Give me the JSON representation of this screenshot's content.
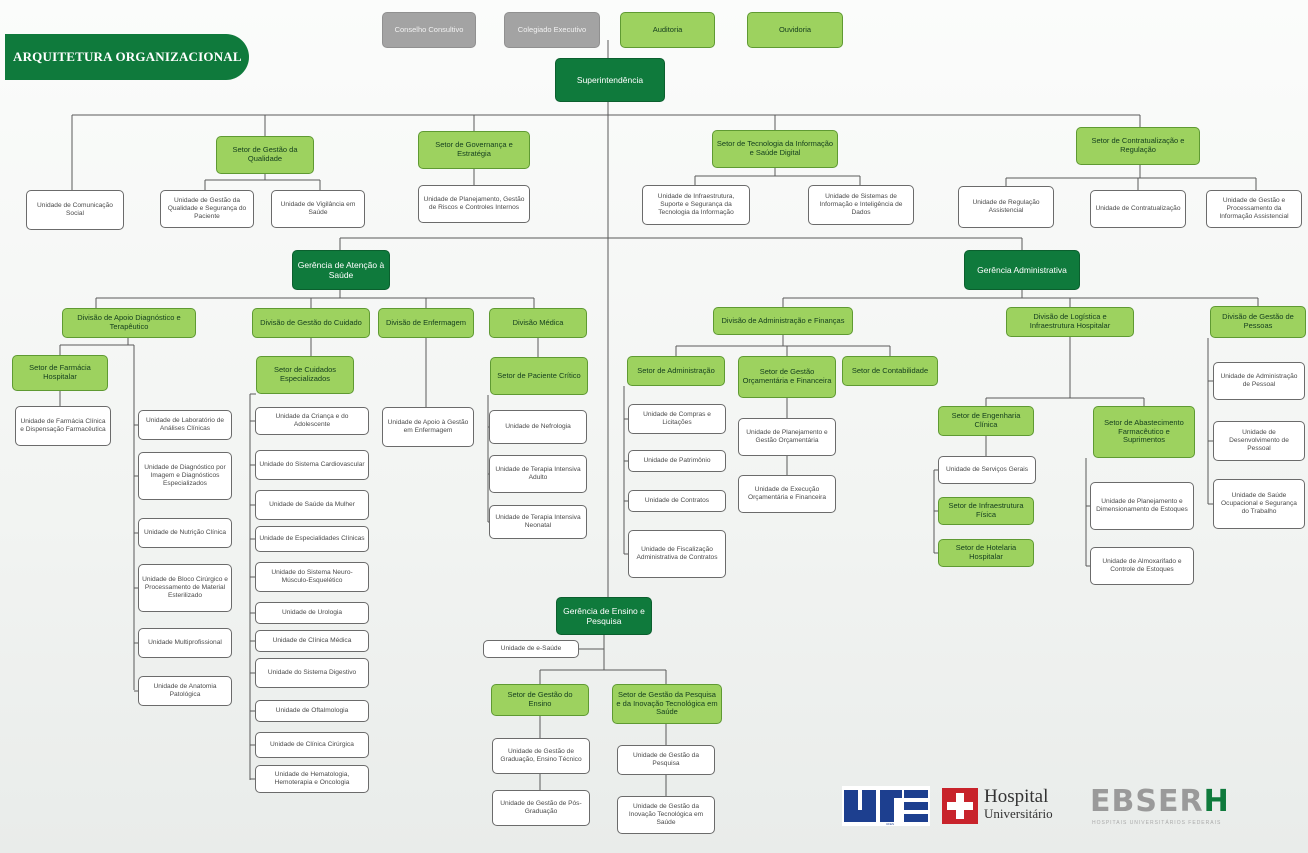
{
  "title": "ARQUITETURA ORGANIZACIONAL",
  "colors": {
    "dark_green": "#0f7a3c",
    "light_green": "#9dd25f",
    "gray": "#a3a3a3",
    "line": "#5a5a5a"
  },
  "nodes": {
    "conselho_consultivo": "Conselho Consultivo",
    "colegiado_executivo": "Colegiado Executivo",
    "auditoria": "Auditoria",
    "ouvidoria": "Ouvidoria",
    "superintendencia": "Superintendência",
    "un_comunicacao": "Unidade de Comunicação Social",
    "setor_gestao_qualidade": "Setor de Gestão da Qualidade",
    "un_gestao_qualidade": "Unidade de Gestão da Qualidade e Segurança do Paciente",
    "un_vigilancia": "Unidade de Vigilância em Saúde",
    "setor_governanca": "Setor de Governança e Estratégia",
    "un_planejamento": "Unidade de Planejamento, Gestão de Riscos e Controles Internos",
    "setor_ti": "Setor de Tecnologia da Informação e Saúde Digital",
    "un_infraestrutura_ti": "Unidade de Infraestrutura, Suporte e Segurança da Tecnologia da Informação",
    "un_sistemas_info": "Unidade de Sistemas de Informação e Inteligência de Dados",
    "setor_contratualizacao": "Setor de Contratualização e Regulação",
    "un_regulacao": "Unidade de Regulação Assistencial",
    "un_contratualizacao": "Unidade de Contratualização",
    "un_processamento_info": "Unidade de Gestão e Processamento da Informação Assistencial",
    "gerencia_atencao": "Gerência de Atenção à Saúde",
    "gerencia_administrativa": "Gerência Administrativa",
    "div_apoio_diagnostico": "Divisão de Apoio Diagnóstico e Terapêutico",
    "div_gestao_cuidado": "Divisão de Gestão do Cuidado",
    "div_enfermagem": "Divisão de Enfermagem",
    "div_medica": "Divisão Médica",
    "setor_farmacia": "Setor de Farmácia Hospitalar",
    "un_farmacia": "Unidade de Farmácia Clínica e Dispensação Farmacêutica",
    "un_laboratorio": "Unidade de Laboratório de Análises Clínicas",
    "un_diagnostico_imagem": "Unidade de Diagnóstico por Imagem e Diagnósticos Especializados",
    "un_nutricao": "Unidade de Nutrição Clínica",
    "un_bloco_cirurgico": "Unidade de Bloco Cirúrgico e Processamento de Material Esterilizado",
    "un_multiprofissional": "Unidade Multiprofissional",
    "un_anatomia": "Unidade de Anatomia Patológica",
    "setor_cuidados_especializados": "Setor de Cuidados Especializados",
    "un_crianca": "Unidade da Criança e do Adolescente",
    "un_cardiovascular": "Unidade do Sistema Cardiovascular",
    "un_saude_mulher": "Unidade de Saúde da Mulher",
    "un_especialidades": "Unidade de Especialidades Clínicas",
    "un_neuro": "Unidade do Sistema Neuro-Músculo-Esquelético",
    "un_urologia": "Unidade de Urologia",
    "un_clinica_medica": "Unidade de Clínica Médica",
    "un_digestivo": "Unidade do Sistema Digestivo",
    "un_oftalmologia": "Unidade de Oftalmologia",
    "un_clinica_cirurgica": "Unidade de Clínica Cirúrgica",
    "un_hematologia": "Unidade de Hematologia, Hemoterapia e Oncologia",
    "un_apoio_enfermagem": "Unidade de Apoio à Gestão em Enfermagem",
    "setor_paciente_critico": "Setor de Paciente Crítico",
    "un_nefrologia": "Unidade de Nefrologia",
    "un_uti_adulto": "Unidade de Terapia Intensiva Adulto",
    "un_uti_neonatal": "Unidade de Terapia Intensiva Neonatal",
    "div_administracao_financas": "Divisão de Administração e Finanças",
    "div_logistica": "Divisão de Logística e Infraestrutura Hospitalar",
    "div_gestao_pessoas": "Divisão de Gestão de Pessoas",
    "setor_administracao": "Setor de Administração",
    "setor_orcamentaria": "Setor de Gestão Orçamentária e Financeira",
    "setor_contabilidade": "Setor de Contabilidade",
    "un_compras": "Unidade de Compras e Licitações",
    "un_patrimonio": "Unidade de Patrimônio",
    "un_contratos": "Unidade de Contratos",
    "un_fiscalizacao": "Unidade de Fiscalização Administrativa de Contratos",
    "un_planejamento_orcamentaria": "Unidade de Planejamento e Gestão Orçamentária",
    "un_execucao_orcamentaria": "Unidade de Execução Orçamentária e Financeira",
    "setor_engenharia_clinica": "Setor de Engenharia Clínica",
    "un_servicos_gerais": "Unidade de Serviços Gerais",
    "setor_infraestrutura_fisica": "Setor de Infraestrutura Física",
    "setor_hotelaria": "Setor de Hotelaria Hospitalar",
    "setor_abastecimento": "Setor de Abastecimento Farmacêutico e Suprimentos",
    "un_dimensionamento_estoques": "Unidade de Planejamento e Dimensionamento de Estoques",
    "un_almoxarifado": "Unidade de Almoxarifado e Controle de Estoques",
    "un_admin_pessoal": "Unidade de Administração de Pessoal",
    "un_desenvolvimento_pessoal": "Unidade de Desenvolvimento de Pessoal",
    "un_saude_ocupacional": "Unidade de Saúde Ocupacional e Segurança do Trabalho",
    "gerencia_ensino": "Gerência de Ensino e Pesquisa",
    "un_esaude": "Unidade de e-Saúde",
    "setor_gestao_ensino": "Setor de Gestão do Ensino",
    "setor_gestao_pesquisa": "Setor de Gestão da Pesquisa e da Inovação Tecnológica em Saúde",
    "un_graduacao": "Unidade de Gestão de Graduação, Ensino Técnico",
    "un_pos_graduacao": "Unidade de Gestão de Pós-Graduação",
    "un_gestao_pesquisa": "Unidade de Gestão da Pesquisa",
    "un_inovacao": "Unidade de Gestão da Inovação Tecnológica em Saúde"
  },
  "logos": {
    "ufes": "UFES",
    "hospital_line1": "Hospital",
    "hospital_line2": "Universitário",
    "ebserh": "EBSER",
    "ebserh_h": "H",
    "ebserh_sub": "HOSPITAIS UNIVERSITÁRIOS FEDERAIS"
  }
}
